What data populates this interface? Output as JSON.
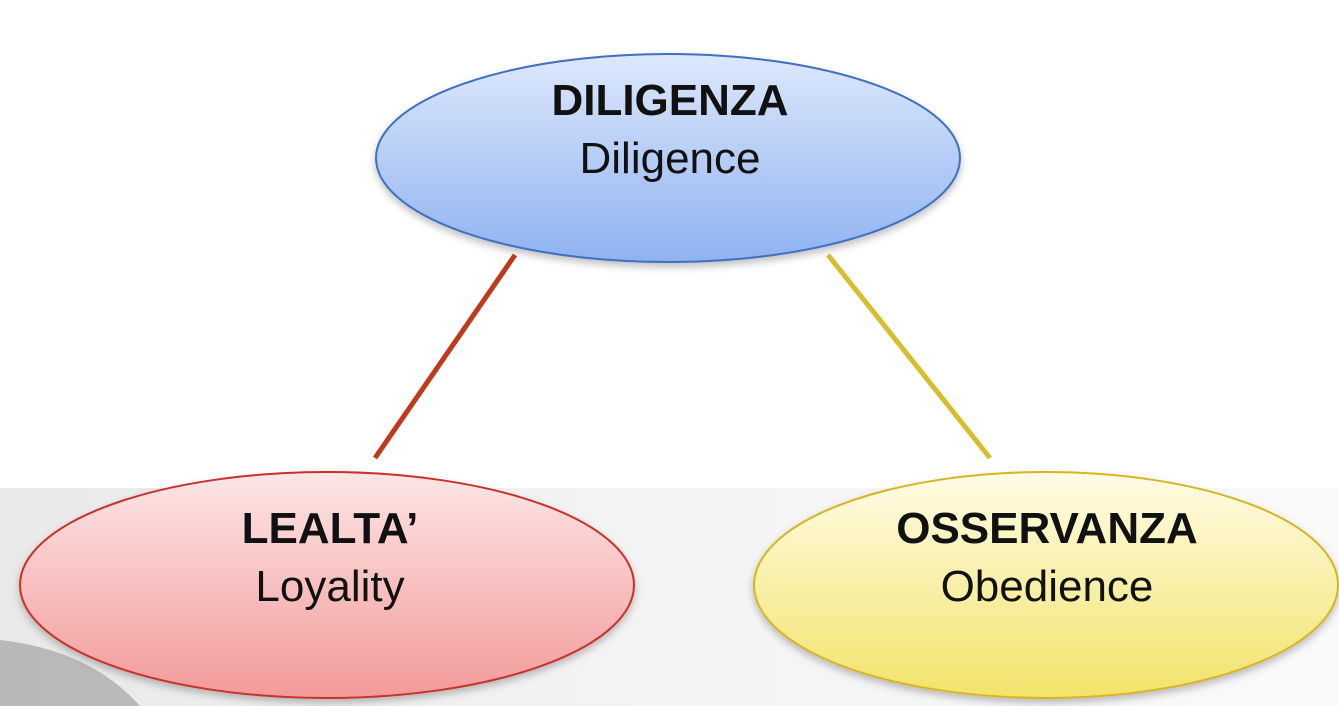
{
  "diagram": {
    "nodes": [
      {
        "id": "diligenza",
        "title": "DILIGENZA",
        "subtitle": "Diligence",
        "fill_top": "#dbe6fb",
        "fill_bottom": "#8fb2f0",
        "stroke": "#3f6fc1"
      },
      {
        "id": "lealta",
        "title": "LEALTA’",
        "subtitle": "Loyality",
        "fill_top": "#fde3e3",
        "fill_bottom": "#f39b9b",
        "stroke": "#c9302c"
      },
      {
        "id": "osservanza",
        "title": "OSSERVANZA",
        "subtitle": "Obedience",
        "fill_top": "#fffbe0",
        "fill_bottom": "#f4e76a",
        "stroke": "#d7b523"
      }
    ],
    "edges": [
      {
        "from": "diligenza",
        "to": "lealta",
        "color": "#c0391b"
      },
      {
        "from": "diligenza",
        "to": "osservanza",
        "color": "#d8bd2f"
      }
    ]
  }
}
